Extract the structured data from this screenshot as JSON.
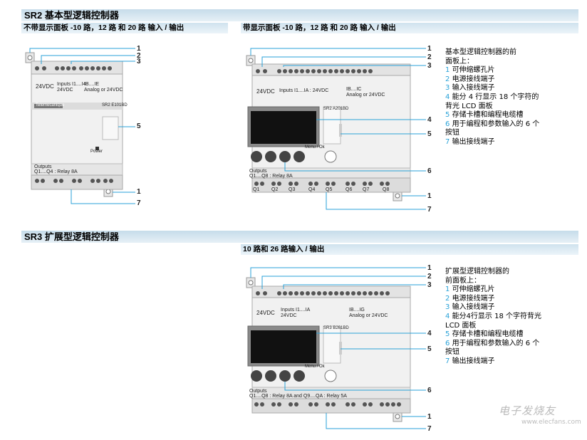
{
  "section1": {
    "title": "SR2 基本型逻辑控制器",
    "left_subtitle": "不带显示面板 -10 路，12 路 和 20 路 输入 / 输出",
    "right_subtitle": "带显示面板 -10 路，12 路 和 20 路 输入 / 输出",
    "desc_intro": [
      "基本型逻辑控制器的前",
      "面板上："
    ],
    "desc_items": [
      {
        "num": "1",
        "text": "可伸缩螺孔片"
      },
      {
        "num": "2",
        "text": "电源接线端子"
      },
      {
        "num": "3",
        "text": "输入接线端子"
      },
      {
        "num": "4",
        "text": "能分 4 行显示 18 个字符的"
      },
      {
        "num": "",
        "text": "背光 LCD 面板"
      },
      {
        "num": "5",
        "text": "存储卡槽和编程电缆槽"
      },
      {
        "num": "6",
        "text": "用于编程和参数输入的 6 个"
      },
      {
        "num": "",
        "text": "按钮"
      },
      {
        "num": "7",
        "text": "输出接线端子"
      }
    ]
  },
  "section2": {
    "title": "SR3 扩展型逻辑控制器",
    "subtitle": "10 路和 26 路输入 / 输出",
    "desc_intro": [
      "扩展型逻辑控制器的",
      "前面板上："
    ],
    "desc_items": [
      {
        "num": "1",
        "text": "可伸缩螺孔片"
      },
      {
        "num": "2",
        "text": "电源接线端子"
      },
      {
        "num": "3",
        "text": "输入接线端子"
      },
      {
        "num": "4",
        "text": "能分4行显示 18 个字符背光"
      },
      {
        "num": "",
        "text": "LCD 面板"
      },
      {
        "num": "5",
        "text": "存储卡槽和编程电缆槽"
      },
      {
        "num": "6",
        "text": "用于编程和参数输入的 6 个"
      },
      {
        "num": "",
        "text": "按钮"
      },
      {
        "num": "7",
        "text": "输出接线端子"
      }
    ]
  },
  "device_a": {
    "supply": "24VDC",
    "inputs": "Inputs I1....I4",
    "inputs_v": "24VDC",
    "analog": "IB....IE",
    "analog_v": "Analog or 24VDC",
    "brand": "Telemecanique",
    "model": "SR2 E101BD",
    "power": "Power",
    "outputs": "Outputs",
    "outputs_v": "Q1....Q4 : Relay 8A"
  },
  "device_b": {
    "supply": "24VDC",
    "inputs": "Inputs I1....IA : 24VDC",
    "analog": "IB....IC",
    "analog_v": "Analog or 24VDC",
    "model": "SR2 A201BD",
    "menu": "Menu / Ok",
    "outputs": "Outputs",
    "outputs_v": "Q1....Q8 : Relay 8A",
    "q_labels": [
      "Q1",
      "Q2",
      "Q3",
      "Q4",
      "Q5",
      "Q6",
      "Q7",
      "Q8"
    ]
  },
  "device_c": {
    "supply": "24VDC",
    "inputs": "Inputs I1....IA",
    "inputs_v": "24VDC",
    "analog": "IB....IG",
    "analog_v": "Analog or 24VDC",
    "model": "SR3 B261BD",
    "menu": "Menu / Ok",
    "outputs": "Outputs",
    "outputs_v": "Q1....Q8 : Relay 8A and Q9....QA : Relay 5A"
  },
  "callouts": [
    "1",
    "2",
    "3",
    "4",
    "5",
    "6",
    "7"
  ],
  "colors": {
    "accent": "#2aa2d8",
    "band": "#c6dcea"
  },
  "watermark": {
    "brand": "电子发烧友",
    "url": "www.elecfans.com"
  }
}
